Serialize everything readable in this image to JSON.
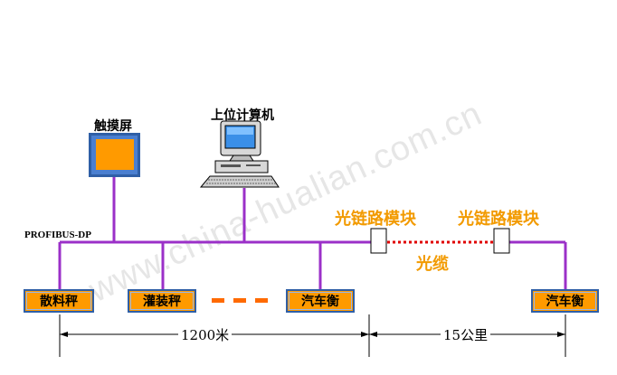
{
  "watermark": "www.china-hualian.com.cn",
  "network": {
    "bus_label": "PROFIBUS-DP"
  },
  "touchscreen": {
    "label": "触摸屏"
  },
  "computer": {
    "label": "上位计算机"
  },
  "fiber": {
    "module_left": "光链路模块",
    "module_right": "光链路模块",
    "cable": "光缆"
  },
  "devices": [
    "散料秤",
    "灌装秤",
    "汽车衡",
    "汽车衡"
  ],
  "dimensions": {
    "left": "1200米",
    "right": "15公里"
  },
  "colors": {
    "bus": "#9b30c8",
    "device_fill": "#ff9a00",
    "device_border": "#2f5fa6",
    "fiber": "#e00000",
    "label_orange": "#f29a00"
  }
}
